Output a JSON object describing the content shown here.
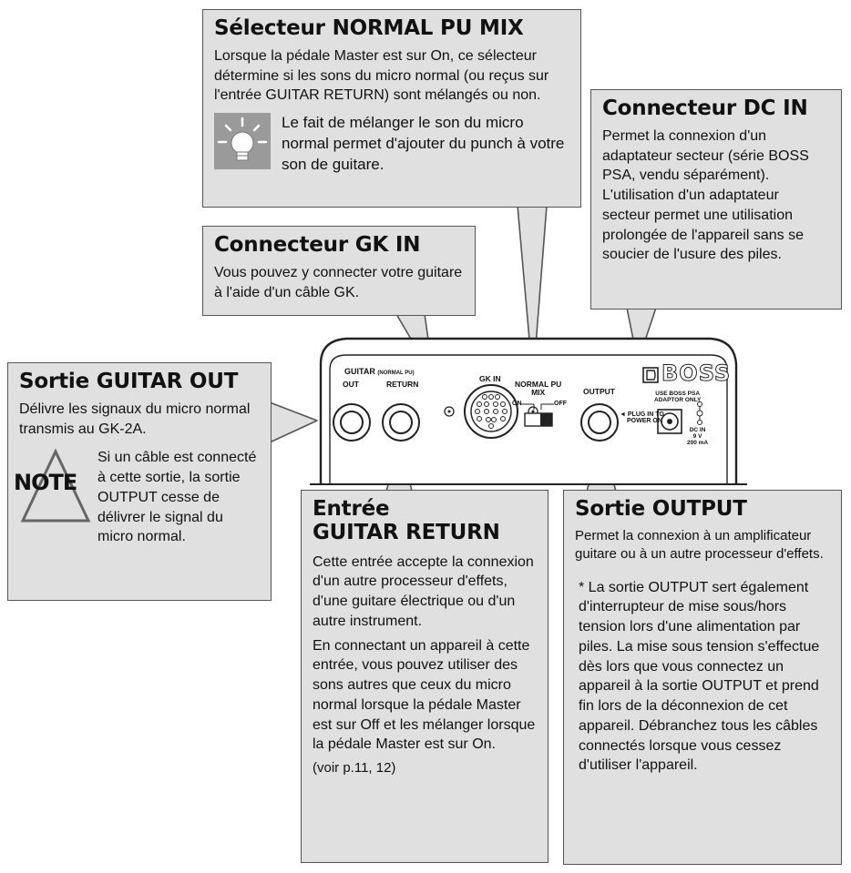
{
  "callouts": {
    "normal_pu_mix": {
      "title": "Sélecteur NORMAL PU MIX",
      "text": "Lorsque la pédale Master est sur On, ce sélecteur détermine si les sons du micro normal (ou reçus sur l'entrée GUITAR RETURN) sont mélangés ou non.",
      "tip": "Le fait de mélanger le son du micro normal permet d'ajouter du punch à votre son de guitare."
    },
    "dc_in": {
      "title": "Connecteur DC IN",
      "text1": "Permet la connexion d'un adaptateur secteur (série BOSS PSA, vendu séparément).",
      "text2": "L'utilisation d'un adaptateur secteur permet une utilisation prolongée de l'appareil sans se soucier de l'usure des piles."
    },
    "gk_in": {
      "title": "Connecteur GK IN",
      "text": "Vous pouvez y connecter votre guitare à l'aide d'un câble GK."
    },
    "guitar_out": {
      "title": "Sortie GUITAR OUT",
      "text": "Délivre les signaux du micro normal transmis au GK-2A.",
      "note_label": "NOTE",
      "note": "Si un câble est connecté à cette sortie, la sortie OUTPUT cesse de délivrer le signal du micro normal."
    },
    "guitar_return": {
      "title1": "Entrée",
      "title2": "GUITAR RETURN",
      "text1": "Cette entrée accepte la connexion d'un autre processeur d'effets, d'une guitare électrique ou d'un autre instrument.",
      "text2": "En connectant un appareil à cette entrée, vous pouvez utiliser des sons autres que ceux du micro normal lorsque la pédale Master est sur Off et les mélanger lorsque la pédale Master est sur On.",
      "ref": "(voir p.11, 12)"
    },
    "output": {
      "title": "Sortie OUTPUT",
      "text1": "Permet la connexion à un amplificateur guitare ou à un autre processeur d'effets.",
      "text2": "* La sortie OUTPUT sert également d'interrupteur de mise sous/hors tension lors d'une alimentation par piles. La mise sous tension s'effectue dès lors que vous connectez un appareil à la sortie OUTPUT et prend fin lors de la déconnexion de cet appareil. Débranchez tous les câbles connectés lorsque vous cessez d'utiliser l'appareil."
    }
  },
  "pedal": {
    "brand": "BOSS",
    "guitar_label": "GUITAR",
    "normal_pu_label": "(NORMAL PU)",
    "out_label": "OUT",
    "return_label": "RETURN",
    "gk_in_label": "GK IN",
    "mix_label1": "NORMAL PU",
    "mix_label2": "MIX",
    "on_label": "ON",
    "off_label": "OFF",
    "output_label": "OUTPUT",
    "plug_in_label1": "PLUG IN TO",
    "plug_in_label2": "POWER ON",
    "psa_label1": "USE BOSS PSA",
    "psa_label2": "ADAPTOR ONLY",
    "dc_label1": "DC IN",
    "dc_label2": "9 V",
    "dc_label3": "200 mA"
  },
  "colors": {
    "callout_bg": "#e0e0e0",
    "border": "#555555",
    "icon_gray": "#9a9a9a"
  },
  "icons": [
    "lightbulb-icon",
    "note-triangle-icon"
  ]
}
